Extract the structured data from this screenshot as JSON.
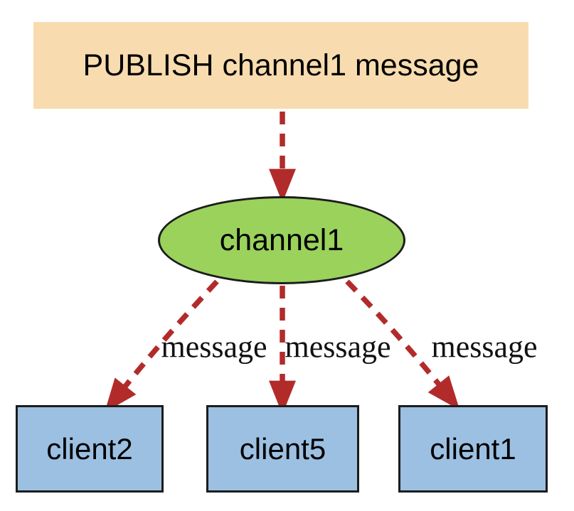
{
  "diagram": {
    "publisher": {
      "label": "PUBLISH channel1 message"
    },
    "channel": {
      "label": "channel1"
    },
    "subscribers": [
      {
        "label": "client2"
      },
      {
        "label": "client5"
      },
      {
        "label": "client1"
      }
    ],
    "message_labels": [
      "message",
      "message",
      "message"
    ],
    "colors": {
      "publisher_fill": "#F8DCAF",
      "channel_fill": "#9AD25C",
      "subscriber_fill": "#9CC0E2",
      "outline": "#1C1C1C",
      "arrow": "#B22B2B",
      "text": "#000000"
    }
  }
}
